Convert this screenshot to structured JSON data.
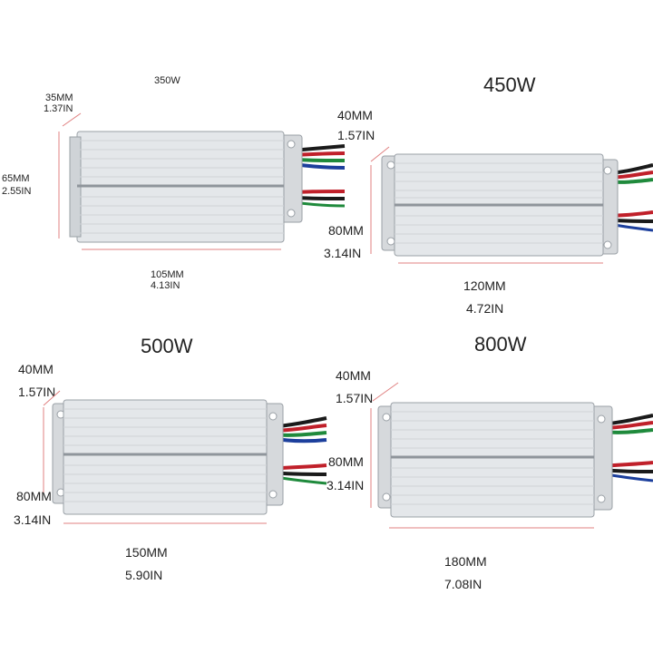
{
  "colors": {
    "aluminium_light": "#e4e7ea",
    "aluminium_dark": "#b8bdc2",
    "rib": "#cfd3d7",
    "dim_line": "#e08080",
    "wire_red": "#c0202a",
    "wire_green": "#1f8a3c",
    "wire_blue": "#1c3f9c",
    "wire_black": "#1a1a1a"
  },
  "controllers": [
    {
      "power": "350W",
      "depth": {
        "mm": "35MM",
        "in": "1.37IN"
      },
      "height": {
        "mm": "65MM",
        "in": "2.55IN"
      },
      "length": {
        "mm": "105MM",
        "in": "4.13IN"
      }
    },
    {
      "power": "450W",
      "depth": {
        "mm": "40MM",
        "in": "1.57IN"
      },
      "height": {
        "mm": "80MM",
        "in": "3.14IN"
      },
      "length": {
        "mm": "120MM",
        "in": "4.72IN"
      }
    },
    {
      "power": "500W",
      "depth": {
        "mm": "40MM",
        "in": "1.57IN"
      },
      "height": {
        "mm": "80MM",
        "in": "3.14IN"
      },
      "length": {
        "mm": "150MM",
        "in": "5.90IN"
      }
    },
    {
      "power": "800W",
      "depth": {
        "mm": "40MM",
        "in": "1.57IN"
      },
      "height": {
        "mm": "80MM",
        "in": "3.14IN"
      },
      "length": {
        "mm": "180MM",
        "in": "7.08IN"
      }
    }
  ]
}
